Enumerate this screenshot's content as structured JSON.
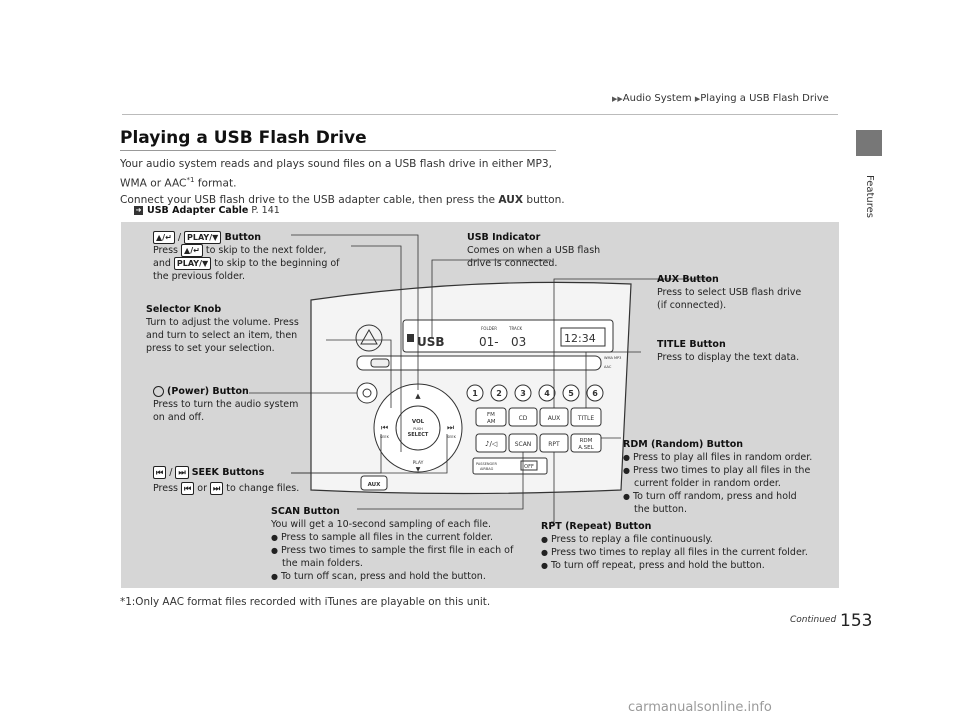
{
  "breadcrumb": {
    "part1": "Audio System",
    "part2": "Playing a USB Flash Drive"
  },
  "side_tab": {
    "label": "Features"
  },
  "title": "Playing a USB Flash Drive",
  "body": {
    "line1": "Your audio system reads and plays sound files on a USB flash drive in either MP3,",
    "line2a": "WMA or AAC",
    "line2sup": "*1",
    "line2b": " format.",
    "line3a": "Connect your USB flash drive to the USB adapter cable, then press the ",
    "line3bold": "AUX",
    "line3b": " button."
  },
  "xref": {
    "label": "USB Adapter Cable",
    "page": "P. 141"
  },
  "callouts": {
    "folder_btn": {
      "sep": "/",
      "title": " Button",
      "t1": "Press",
      "t2": "to skip to the next folder,",
      "t3": "and",
      "t4": "to skip to the beginning of",
      "t5": "the previous folder."
    },
    "usb_indicator": {
      "title": "USB Indicator",
      "l1": "Comes on when a USB flash",
      "l2": "drive is connected."
    },
    "aux": {
      "title": "AUX Button",
      "l1": "Press to select USB flash drive",
      "l2": "(if connected)."
    },
    "selector": {
      "title": "Selector Knob",
      "l1": "Turn to adjust the volume. Press",
      "l2": "and turn to select an item, then",
      "l3": "press to set your selection."
    },
    "title_btn": {
      "title": "TITLE Button",
      "l1": "Press to display the text data."
    },
    "power": {
      "title": "(Power) Button",
      "l1": "Press to turn the audio system",
      "l2": "on and off."
    },
    "rdm": {
      "title": "RDM (Random) Button",
      "b1": "Press to play all files in random order.",
      "b2a": "Press two times to play all files in the",
      "b2b": "current folder in random order.",
      "b3a": "To turn off random, press and hold",
      "b3b": "the button."
    },
    "seek": {
      "sep": "/",
      "title": "SEEK Buttons",
      "t1": "Press",
      "t2": "or",
      "t3": "to change files."
    },
    "scan": {
      "title": "SCAN Button",
      "l1": "You will get a 10-second sampling of each file.",
      "b1": "Press to sample all files in the current folder.",
      "b2a": "Press two times to sample the first file in each of",
      "b2b": "the main folders.",
      "b3": "To turn off scan, press and hold the button."
    },
    "rpt": {
      "title": "RPT (Repeat) Button",
      "b1": "Press to replay a file continuously.",
      "b2": "Press two times to replay all files in the current folder.",
      "b3": "To turn off repeat, press and hold the button."
    }
  },
  "keys": {
    "folder_up": "▲/↵",
    "play_down": "PLAY/▼"
  },
  "radio": {
    "display_usb": "USB",
    "display_folder_label": "FOLDER",
    "display_track_label": "TRACK",
    "display_folder": "01-",
    "display_track": "03",
    "display_clock": "12:34",
    "presets": [
      "1",
      "2",
      "3",
      "4",
      "5",
      "6"
    ],
    "btn_fmam": "FM\nAM",
    "btn_cd": "CD",
    "btn_aux": "AUX",
    "btn_title": "TITLE",
    "btn_scan": "SCAN",
    "btn_rpt": "RPT",
    "btn_rdm": "RDM\nA.SEL",
    "knob_line1": "VOL",
    "knob_line2": "PUSH",
    "knob_line3": "SELECT",
    "play_label": "PLAY",
    "seek_label": "SEEK",
    "aux_jack": "AUX",
    "airbag_label": "PASSENGER AIRBAG",
    "airbag_state": "OFF",
    "wma_label": "WMA MP3",
    "aac_label": "AAC"
  },
  "footnote": "*1:Only AAC format files recorded with iTunes are playable on this unit.",
  "continued": "Continued",
  "page_number": "153",
  "watermark": "carmanualsonline.info"
}
